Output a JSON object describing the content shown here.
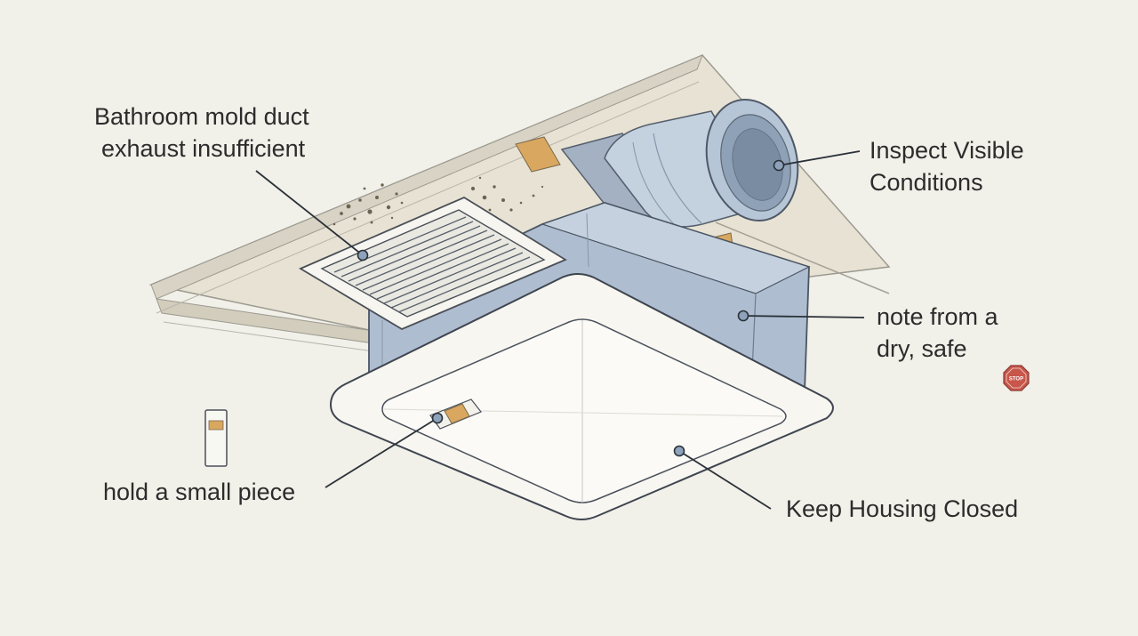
{
  "labels": {
    "mold": {
      "line1": "Bathroom mold duct",
      "line2": "exhaust insufficient"
    },
    "inspect": {
      "line1": "Inspect Visible",
      "line2": "Conditions"
    },
    "note": {
      "line1": "note from a",
      "line2": "dry, safe"
    },
    "hold": "hold a small piece",
    "housing": "Keep Housing Closed"
  },
  "stop_sign": "STOP",
  "icons": [
    "stop-sign-icon",
    "test-strip-icon"
  ],
  "colors": {
    "background": "#f1f0e9",
    "ceiling": "#e7e2d3",
    "housing_blue": "#aebdd0",
    "duct_blue": "#c4d1df",
    "wood": "#d9a75f",
    "mold": "#6b6452",
    "stop_red": "#c8564a",
    "leader": "#2b3138"
  }
}
